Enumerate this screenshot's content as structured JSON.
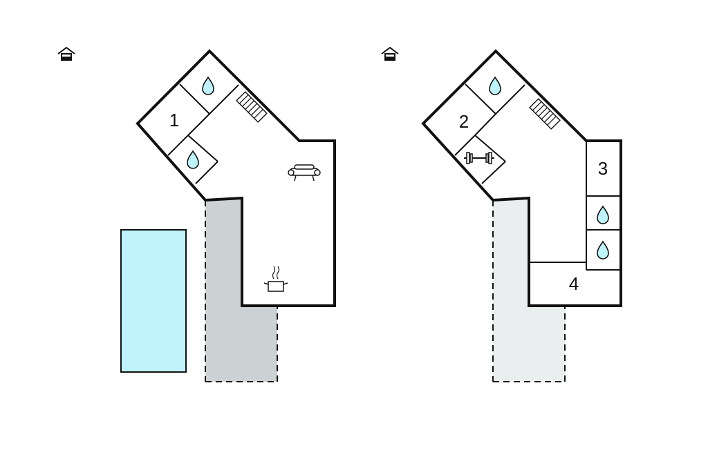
{
  "colors": {
    "pool": "#bff3fa",
    "terrace_ground": "#ccd2d3",
    "terrace_upper": "#ebeeee",
    "water_drop": "#bff3fa",
    "wall": "#111111"
  },
  "floors": [
    {
      "name": "ground-floor",
      "icon": "house-entrance-icon",
      "rooms": [
        {
          "label": "1",
          "icon": "bedroom"
        },
        {
          "label": "",
          "icon": "water-drop-icon"
        },
        {
          "label": "",
          "icon": "water-drop-icon"
        },
        {
          "label": "",
          "icon": "staircase-icon"
        },
        {
          "label": "",
          "icon": "sofa-icon"
        },
        {
          "label": "",
          "icon": "cooking-pot-icon"
        }
      ],
      "features": [
        "pool",
        "terrace"
      ]
    },
    {
      "name": "upper-floor",
      "icon": "house-entrance-icon",
      "rooms": [
        {
          "label": "2",
          "icon": "bedroom"
        },
        {
          "label": "3",
          "icon": "bedroom"
        },
        {
          "label": "4",
          "icon": "bedroom"
        },
        {
          "label": "",
          "icon": "water-drop-icon"
        },
        {
          "label": "",
          "icon": "water-drop-icon"
        },
        {
          "label": "",
          "icon": "water-drop-icon"
        },
        {
          "label": "",
          "icon": "dumbbell-icon"
        },
        {
          "label": "",
          "icon": "staircase-icon"
        }
      ],
      "features": [
        "terrace"
      ]
    }
  ],
  "labels": {
    "room1": "1",
    "room2": "2",
    "room3": "3",
    "room4": "4"
  }
}
